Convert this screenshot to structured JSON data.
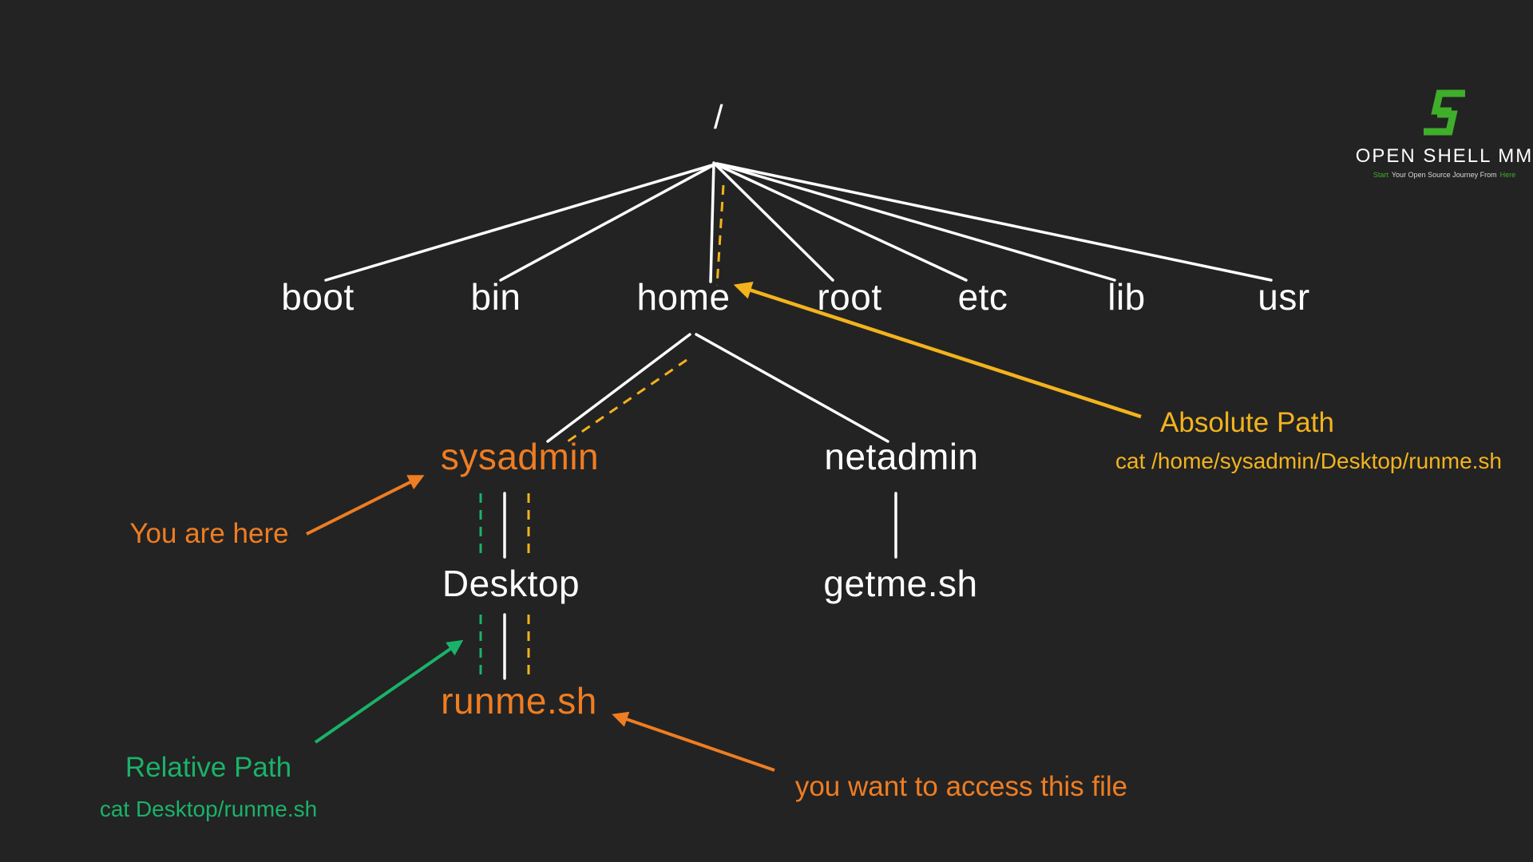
{
  "colors": {
    "background": "#232323",
    "white": "#ffffff",
    "orange": "#ef7d22",
    "yellow": "#f2b31d",
    "green": "#1ab269",
    "logo_green": "#3fae2a"
  },
  "tree": {
    "root": "/",
    "level1": [
      "boot",
      "bin",
      "home",
      "root",
      "etc",
      "lib",
      "usr"
    ],
    "home_children": [
      "sysadmin",
      "netadmin"
    ],
    "sysadmin_child": "Desktop",
    "desktop_child": "runme.sh",
    "netadmin_child": "getme.sh"
  },
  "annotations": {
    "you_are_here": "You are here",
    "absolute_path_title": "Absolute Path",
    "absolute_path_cmd": "cat /home/sysadmin/Desktop/runme.sh",
    "relative_path_title": "Relative Path",
    "relative_path_cmd": "cat Desktop/runme.sh",
    "access_file": "you want to access this file"
  },
  "logo": {
    "name": "OPEN SHELL MM",
    "tagline_1": "Start",
    "tagline_2": "Your Open Source Journey From",
    "tagline_3": "Here"
  }
}
